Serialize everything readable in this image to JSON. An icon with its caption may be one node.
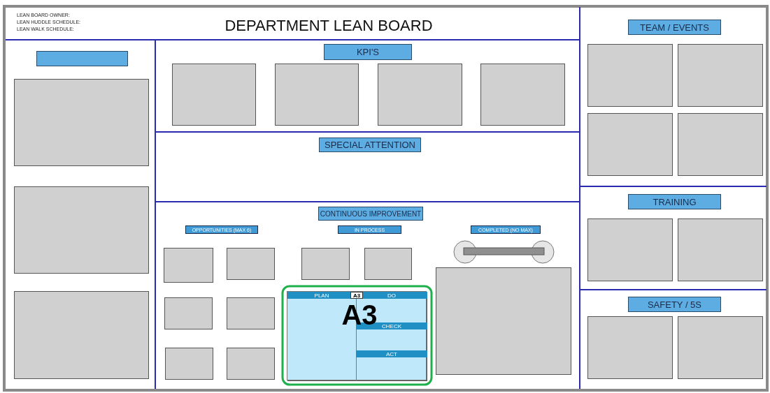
{
  "diagram": {
    "title": "DEPARTMENT LEAN BOARD",
    "nodes": [
      {
        "text": [],
        "shape": "box"
      },
      {
        "text": [],
        "shape": "box"
      },
      {
        "text": [],
        "shape": "box"
      },
      {
        "text": [],
        "shape": "box"
      },
      {
        "text": [
          "KPI'S"
        ]
      },
      {
        "text": [],
        "shape": "box"
      },
      {
        "text": [],
        "shape": "box"
      },
      {
        "text": [],
        "shape": "box"
      },
      {
        "text": [],
        "shape": "box"
      },
      {
        "text": [
          "SPECIAL ATTENTION"
        ]
      },
      {
        "text": [
          "CONTINUOUS IMPROVEMENT"
        ]
      },
      {
        "text": [
          "OPPORTUNITIES (MAX 6)"
        ]
      },
      {
        "text": [
          "IN PROCESS"
        ]
      },
      {
        "text": [
          "COMPLETED (NO MAX)"
        ]
      },
      {
        "text": [],
        "shape": "box"
      },
      {
        "text": [],
        "shape": "box"
      },
      {
        "text": [],
        "shape": "box"
      },
      {
        "text": [],
        "shape": "box"
      },
      {
        "text": [],
        "shape": "box"
      },
      {
        "text": [],
        "shape": "box"
      },
      {
        "text": [],
        "shape": "box"
      },
      {
        "text": [],
        "shape": "box"
      },
      {
        "text": [],
        "shape": "box"
      },
      {
        "text": [
          "PLAN",
          "A3",
          "DO",
          "A3",
          "CHECK",
          "ACT"
        ]
      },
      {
        "text": [
          "TEAM / EVENTS"
        ]
      },
      {
        "text": [],
        "shape": "box"
      },
      {
        "text": [],
        "shape": "box"
      },
      {
        "text": [],
        "shape": "box"
      },
      {
        "text": [],
        "shape": "box"
      },
      {
        "text": [
          "TRAINING"
        ]
      },
      {
        "text": [],
        "shape": "box"
      },
      {
        "text": [],
        "shape": "box"
      },
      {
        "text": [
          "SAFETY / 5S"
        ]
      },
      {
        "text": [],
        "shape": "box"
      },
      {
        "text": [],
        "shape": "box"
      }
    ],
    "labels": [
      "LEAN BOARD OWNER:",
      "LEAN HUDDLE SCHEDULE:",
      "LEAN WALK SCHEDULE:"
    ]
  }
}
